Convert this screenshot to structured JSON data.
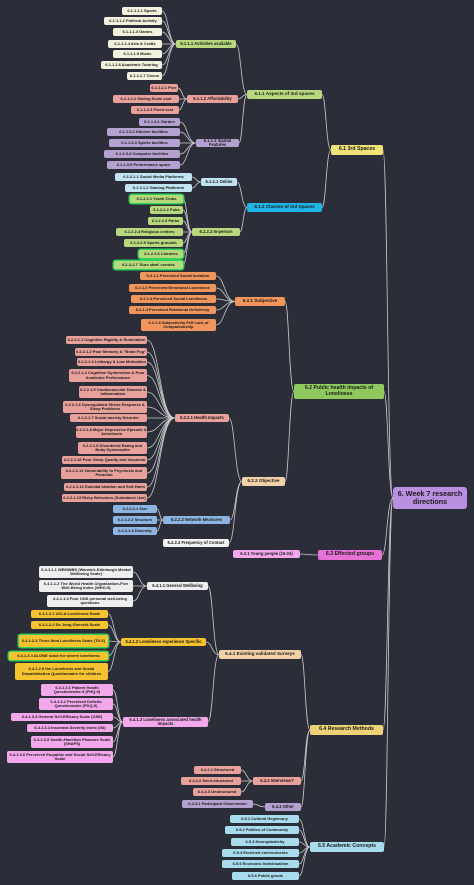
{
  "root": {
    "label": "6.   Week 7 research directions",
    "color": "#b98fe0"
  },
  "sections": [
    {
      "id": "s61",
      "label": "6.1  3rd Spaces",
      "color": "#f0e277"
    },
    {
      "id": "s62",
      "label": "6.2  Public health impacts of Loneliness",
      "color": "#8fc95d"
    },
    {
      "id": "s63",
      "label": "6.3 Effected groups",
      "color": "#e772d6"
    },
    {
      "id": "s64",
      "label": "6.4 Research Methods",
      "color": "#f0d276"
    },
    {
      "id": "s65",
      "label": "6.5  Academic Concepts",
      "color": "#a8dced"
    }
  ],
  "nodes": [
    {
      "id": "n611",
      "label": "6.1.1  Aspects of 3rd spaces",
      "color": "#b7d87c"
    },
    {
      "id": "n6111",
      "label": "6.1.1.1  Activities available",
      "color": "#b7d87c"
    },
    {
      "id": "a1",
      "label": "6.1.1.1.1  Sports",
      "color": "#f2f2dc"
    },
    {
      "id": "a2",
      "label": "6.1.1.1.2  Political Activity",
      "color": "#f2f2dc"
    },
    {
      "id": "a3",
      "label": "6.1.1.1.3  Games",
      "color": "#f2f2dc"
    },
    {
      "id": "a4",
      "label": "6.1.1.1.4  Arts & Crafts",
      "color": "#f2f2dc"
    },
    {
      "id": "a5",
      "label": "6.1.1.1.5  Music",
      "color": "#f2f2dc"
    },
    {
      "id": "a6",
      "label": "6.1.1.1.6  Academic Tutoring",
      "color": "#f2f2dc"
    },
    {
      "id": "a7",
      "label": "6.1.1.1.7  Circus",
      "color": "#f2f2dc"
    },
    {
      "id": "n6112",
      "label": "6.1.1.2  Affordability",
      "color": "#e8a09a"
    },
    {
      "id": "b1",
      "label": "6.1.1.2.1  Free",
      "color": "#e8a09a"
    },
    {
      "id": "b2",
      "label": "6.1.1.2.2  Sliding Scale cost",
      "color": "#e8a09a"
    },
    {
      "id": "b3",
      "label": "6.1.1.2.3  Fixed cost",
      "color": "#e8a09a"
    },
    {
      "id": "n6113",
      "label": "6.1.1.3  Spatial Features",
      "color": "#b5a1cf"
    },
    {
      "id": "c1",
      "label": "6.1.1.3.1  Garden",
      "color": "#b5a1cf"
    },
    {
      "id": "c2",
      "label": "6.1.1.3.2  Kitchen facilities",
      "color": "#b5a1cf"
    },
    {
      "id": "c3",
      "label": "6.1.1.3.3  Sports facilities",
      "color": "#b5a1cf"
    },
    {
      "id": "c4",
      "label": "6.1.1.3.4  Computer facilities",
      "color": "#b5a1cf"
    },
    {
      "id": "c5",
      "label": "6.1.1.3.5  Performance space",
      "color": "#b5a1cf"
    },
    {
      "id": "n612",
      "label": "6.1.2  Classes of 3rd Spaces",
      "color": "#21b3e6"
    },
    {
      "id": "n6121",
      "label": "6.1.2.1  Online",
      "color": "#c2e3f0"
    },
    {
      "id": "d1",
      "label": "6.1.2.1.1  Social Media Platforms",
      "color": "#c2e3f0"
    },
    {
      "id": "d2",
      "label": "6.1.2.1.2  Gaming Platforms",
      "color": "#c2e3f0"
    },
    {
      "id": "n6122",
      "label": "6.1.2.2  In-person",
      "color": "#b7d87c"
    },
    {
      "id": "e1",
      "label": "6.1.2.2.1  Youth Clubs",
      "color": "#b7d87c",
      "glow": true
    },
    {
      "id": "e2",
      "label": "6.1.2.2.2  Pubs",
      "color": "#b7d87c"
    },
    {
      "id": "e3",
      "label": "6.1.2.2.3  Parks",
      "color": "#b7d87c"
    },
    {
      "id": "e4",
      "label": "6.1.2.2.4  Religious centres",
      "color": "#b7d87c"
    },
    {
      "id": "e5",
      "label": "6.1.2.2.5  Sports grounds",
      "color": "#b7d87c"
    },
    {
      "id": "e6",
      "label": "6.1.2.2.6  Libraries",
      "color": "#b7d87c",
      "glow": true
    },
    {
      "id": "e7",
      "label": "6.1.2.2.7  'Sure start' centres",
      "color": "#b7d87c",
      "glow": true
    },
    {
      "id": "n621",
      "label": "6.2.1  Subjective",
      "color": "#f0955b"
    },
    {
      "id": "f1",
      "label": "6.2.1.1  Perceived Social Isolation",
      "color": "#f0955b"
    },
    {
      "id": "f2",
      "label": "6.2.1.2  Perceived Emotional Loneliness",
      "color": "#f0955b"
    },
    {
      "id": "f3",
      "label": "6.2.1.3  Perceived Social Loneliness",
      "color": "#f0955b"
    },
    {
      "id": "f4",
      "label": "6.2.1.4  Perceived Relational Deficiency",
      "color": "#f0955b"
    },
    {
      "id": "f5",
      "label": "6.2.1.5  Subjectively Felt Lack of Companionship",
      "color": "#f0955b"
    },
    {
      "id": "n622",
      "label": "6.2.2  Objective",
      "color": "#f2d0a8"
    },
    {
      "id": "n6221",
      "label": "6.2.2.1  Health Impacts",
      "color": "#e8a09a"
    },
    {
      "id": "g1",
      "label": "6.2.2.1.1  Cognitive Rigidity & Rumination",
      "color": "#e8a09a"
    },
    {
      "id": "g2",
      "label": "6.2.2.1.2  Poor Memory & \"Brain Fog\"",
      "color": "#e8a09a"
    },
    {
      "id": "g3",
      "label": "6.2.2.1.3  Lethargy & Low Motivation",
      "color": "#e8a09a"
    },
    {
      "id": "g4",
      "label": "6.2.2.1.4  Cognitive Dysfunction & Poor Academic Performance",
      "color": "#e8a09a"
    },
    {
      "id": "g5",
      "label": "6.2.2.1.5  Cardiovascular Disease & Inflammation",
      "color": "#e8a09a"
    },
    {
      "id": "g6",
      "label": "6.2.2.1.6  Dysregulated Stress Response & Sleep Problems",
      "color": "#e8a09a"
    },
    {
      "id": "g7",
      "label": "6.2.2.1.7  Social anxiety Disorder",
      "color": "#e8a09a"
    },
    {
      "id": "g8",
      "label": "6.2.2.1.8  Major Depressive Episode & Anhedonia",
      "color": "#e8a09a"
    },
    {
      "id": "g9",
      "label": "6.2.2.1.9  Disordered Eating and Body Dysmorphia",
      "color": "#e8a09a"
    },
    {
      "id": "g10",
      "label": "6.2.2.1.10  Poor Sleep Quality and Insomnia",
      "color": "#e8a09a"
    },
    {
      "id": "g11",
      "label": "6.2.2.1.11  Vulnerability to Psychosis and Paranoia",
      "color": "#e8a09a"
    },
    {
      "id": "g12",
      "label": "6.2.2.1.12  Suicidal Ideation and Self-Harm",
      "color": "#e8a09a"
    },
    {
      "id": "g13",
      "label": "6.2.2.1.13  Risky Behaviors (Substance Use)",
      "color": "#e8a09a"
    },
    {
      "id": "n6222",
      "label": "6.2.2.2  Network Measures",
      "color": "#8db4e0"
    },
    {
      "id": "h1",
      "label": "6.2.2.2.1  Size",
      "color": "#8db4e0"
    },
    {
      "id": "h2",
      "label": "6.2.2.2.2  Structure",
      "color": "#8db4e0"
    },
    {
      "id": "h3",
      "label": "6.2.2.2.3  Diversity",
      "color": "#8db4e0"
    },
    {
      "id": "n6223",
      "label": "6.2.2.3  Frequency of Contact",
      "color": "#f2f2f2"
    },
    {
      "id": "n631",
      "label": "6.3.1  Young people (16-24)",
      "color": "#f2a8ea"
    },
    {
      "id": "n641",
      "label": "6.4.1  Existing validated Surveys",
      "color": "#f2d0a8"
    },
    {
      "id": "n6411",
      "label": "6.4.1.1  General Wellbeing",
      "color": "#eeeeee"
    },
    {
      "id": "i1",
      "label": "6.4.1.1.1  WEMWBS (Warwick-Edinburgh Mental Wellbeing Scale)",
      "color": "#eeeeee"
    },
    {
      "id": "i2",
      "label": "6.4.1.1.2  The World Health Organization-Five Well-Being Index (WHO-5)",
      "color": "#eeeeee"
    },
    {
      "id": "i3",
      "label": "6.4.1.1.3  Four ONS personal well-being questions",
      "color": "#eeeeee"
    },
    {
      "id": "n6412",
      "label": "6.4.1.2  Loneliness experience Specific",
      "color": "#f5c230"
    },
    {
      "id": "j1",
      "label": "6.4.1.2.1  UCLA Loneliness Scale",
      "color": "#f5c230"
    },
    {
      "id": "j2",
      "label": "6.4.1.2.2  De Jong Gierveld Scale",
      "color": "#f5c230"
    },
    {
      "id": "j3",
      "label": "6.4.1.2.3  Three-Item Loneliness Scale (TILS)",
      "color": "#f5c230",
      "glow": true
    },
    {
      "id": "j4",
      "label": "6.4.1.2.4  ALONE scale for severe loneliness",
      "color": "#f5c230",
      "glow": true
    },
    {
      "id": "j5",
      "label": "6.4.1.2.5  the Loneliness and Social Dissatisfaction Questionnaire for children",
      "color": "#f5c230"
    },
    {
      "id": "n6413",
      "label": "6.4.1.3  Loneliness associated health impacts",
      "color": "#f2a8ea"
    },
    {
      "id": "k1",
      "label": "6.4.1.3.1  Patient Health Questionnaire-9 (PHQ-9)",
      "color": "#f2a8ea"
    },
    {
      "id": "k2",
      "label": "6.4.1.3.2  Perceived Deficits Questionnaire (PDQ-5)",
      "color": "#f2a8ea"
    },
    {
      "id": "k3",
      "label": "6.4.1.3.3  General Self-Efficacy Scale (GSE)",
      "color": "#f2a8ea"
    },
    {
      "id": "k4",
      "label": "6.4.1.3.4  Insomnia Severity Index (ISI)",
      "color": "#f2a8ea"
    },
    {
      "id": "k5",
      "label": "6.4.1.3.5  Snaith-Hamilton Pleasure Scale (SHAPS)",
      "color": "#f2a8ea"
    },
    {
      "id": "k6",
      "label": "6.4.1.3.6  Perceived Empathic and Social Self-Efficacy Scale",
      "color": "#f2a8ea"
    },
    {
      "id": "n642",
      "label": "6.4.2  Interviews?",
      "color": "#e8a09a"
    },
    {
      "id": "l1",
      "label": "6.4.2.1  Structured",
      "color": "#e8a09a"
    },
    {
      "id": "l2",
      "label": "6.4.2.2  Semi-structured",
      "color": "#e8a09a"
    },
    {
      "id": "l3",
      "label": "6.4.2.3  Unstructured",
      "color": "#e8a09a"
    },
    {
      "id": "n643",
      "label": "6.4.3  Other",
      "color": "#b5a1cf"
    },
    {
      "id": "m1",
      "label": "6.4.3.1  Participant Observation",
      "color": "#b5a1cf"
    },
    {
      "id": "o1",
      "label": "6.5.1  Cultural Hegemony",
      "color": "#a8dced"
    },
    {
      "id": "o2",
      "label": "6.5.2  Politics of Community",
      "color": "#a8dced"
    },
    {
      "id": "o3",
      "label": "6.5.3  Neuroplasticity",
      "color": "#a8dced"
    },
    {
      "id": "o4",
      "label": "6.5.4  Enriched environments",
      "color": "#a8dced"
    },
    {
      "id": "o5",
      "label": "6.5.5  Economic Individualism",
      "color": "#a8dced"
    },
    {
      "id": "o6",
      "label": "6.5.6  Public goods",
      "color": "#a8dced"
    }
  ],
  "edges": [
    [
      "root",
      "s61"
    ],
    [
      "root",
      "s62"
    ],
    [
      "root",
      "s63"
    ],
    [
      "root",
      "s64"
    ],
    [
      "root",
      "s65"
    ],
    [
      "s61",
      "n611"
    ],
    [
      "s61",
      "n612"
    ],
    [
      "n611",
      "n6111"
    ],
    [
      "n611",
      "n6112"
    ],
    [
      "n611",
      "n6113"
    ],
    [
      "n6111",
      "a1"
    ],
    [
      "n6111",
      "a2"
    ],
    [
      "n6111",
      "a3"
    ],
    [
      "n6111",
      "a4"
    ],
    [
      "n6111",
      "a5"
    ],
    [
      "n6111",
      "a6"
    ],
    [
      "n6111",
      "a7"
    ],
    [
      "n6112",
      "b1"
    ],
    [
      "n6112",
      "b2"
    ],
    [
      "n6112",
      "b3"
    ],
    [
      "n6113",
      "c1"
    ],
    [
      "n6113",
      "c2"
    ],
    [
      "n6113",
      "c3"
    ],
    [
      "n6113",
      "c4"
    ],
    [
      "n6113",
      "c5"
    ],
    [
      "n612",
      "n6121"
    ],
    [
      "n612",
      "n6122"
    ],
    [
      "n6121",
      "d1"
    ],
    [
      "n6121",
      "d2"
    ],
    [
      "n6122",
      "e1"
    ],
    [
      "n6122",
      "e2"
    ],
    [
      "n6122",
      "e3"
    ],
    [
      "n6122",
      "e4"
    ],
    [
      "n6122",
      "e5"
    ],
    [
      "n6122",
      "e6"
    ],
    [
      "n6122",
      "e7"
    ],
    [
      "s62",
      "n621"
    ],
    [
      "s62",
      "n622"
    ],
    [
      "n621",
      "f1"
    ],
    [
      "n621",
      "f2"
    ],
    [
      "n621",
      "f3"
    ],
    [
      "n621",
      "f4"
    ],
    [
      "n621",
      "f5"
    ],
    [
      "n622",
      "n6221"
    ],
    [
      "n622",
      "n6222"
    ],
    [
      "n622",
      "n6223"
    ],
    [
      "n6221",
      "g1"
    ],
    [
      "n6221",
      "g2"
    ],
    [
      "n6221",
      "g3"
    ],
    [
      "n6221",
      "g4"
    ],
    [
      "n6221",
      "g5"
    ],
    [
      "n6221",
      "g6"
    ],
    [
      "n6221",
      "g7"
    ],
    [
      "n6221",
      "g8"
    ],
    [
      "n6221",
      "g9"
    ],
    [
      "n6221",
      "g10"
    ],
    [
      "n6221",
      "g11"
    ],
    [
      "n6221",
      "g12"
    ],
    [
      "n6221",
      "g13"
    ],
    [
      "n6222",
      "h1"
    ],
    [
      "n6222",
      "h2"
    ],
    [
      "n6222",
      "h3"
    ],
    [
      "s63",
      "n631"
    ],
    [
      "s64",
      "n641"
    ],
    [
      "s64",
      "n642"
    ],
    [
      "s64",
      "n643"
    ],
    [
      "n641",
      "n6411"
    ],
    [
      "n641",
      "n6412"
    ],
    [
      "n641",
      "n6413"
    ],
    [
      "n6411",
      "i1"
    ],
    [
      "n6411",
      "i2"
    ],
    [
      "n6411",
      "i3"
    ],
    [
      "n6412",
      "j1"
    ],
    [
      "n6412",
      "j2"
    ],
    [
      "n6412",
      "j3"
    ],
    [
      "n6412",
      "j4"
    ],
    [
      "n6412",
      "j5"
    ],
    [
      "n6413",
      "k1"
    ],
    [
      "n6413",
      "k2"
    ],
    [
      "n6413",
      "k3"
    ],
    [
      "n6413",
      "k4"
    ],
    [
      "n6413",
      "k5"
    ],
    [
      "n6413",
      "k6"
    ],
    [
      "n642",
      "l1"
    ],
    [
      "n642",
      "l2"
    ],
    [
      "n642",
      "l3"
    ],
    [
      "n643",
      "m1"
    ],
    [
      "s65",
      "o1"
    ],
    [
      "s65",
      "o2"
    ],
    [
      "s65",
      "o3"
    ],
    [
      "s65",
      "o4"
    ],
    [
      "s65",
      "o5"
    ],
    [
      "s65",
      "o6"
    ]
  ],
  "style": {
    "link_color": "#c9c9c9"
  }
}
